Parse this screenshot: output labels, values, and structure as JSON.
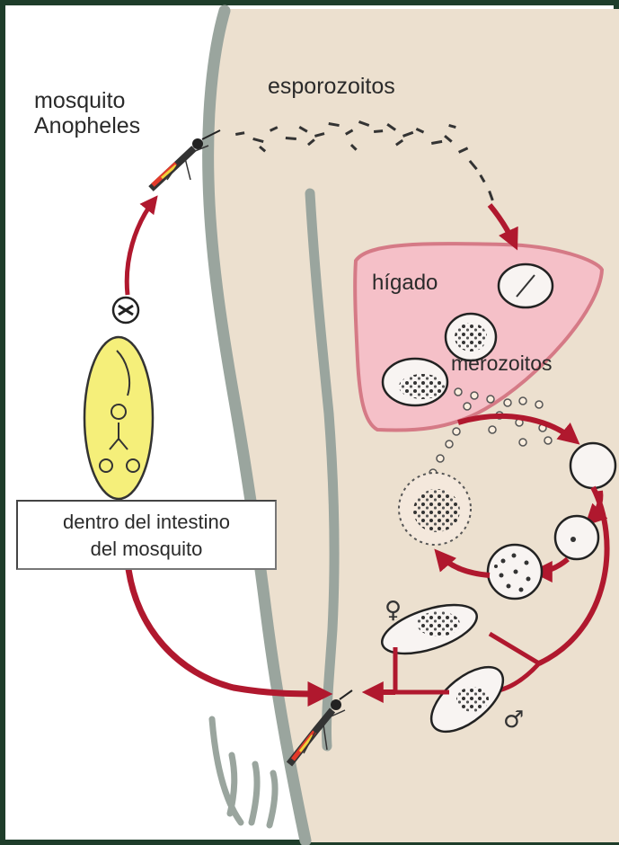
{
  "labels": {
    "mosquito_line1": "mosquito",
    "mosquito_line2": "Anopheles",
    "esporozoitos": "esporozoitos",
    "higado": "hígado",
    "merozoitos": "merozoitos",
    "intestine_line1": "dentro del intestino",
    "intestine_line2": "del mosquito"
  },
  "symbols": {
    "female": "♀",
    "male": "♂"
  },
  "colors": {
    "frame": "#1e3d2a",
    "skin": "#ece0cf",
    "body_outline": "#9aa59e",
    "liver_fill": "#f5c0c8",
    "liver_border": "#d57a86",
    "arrow": "#b0182e",
    "gut_fill": "#f5ef7a"
  }
}
